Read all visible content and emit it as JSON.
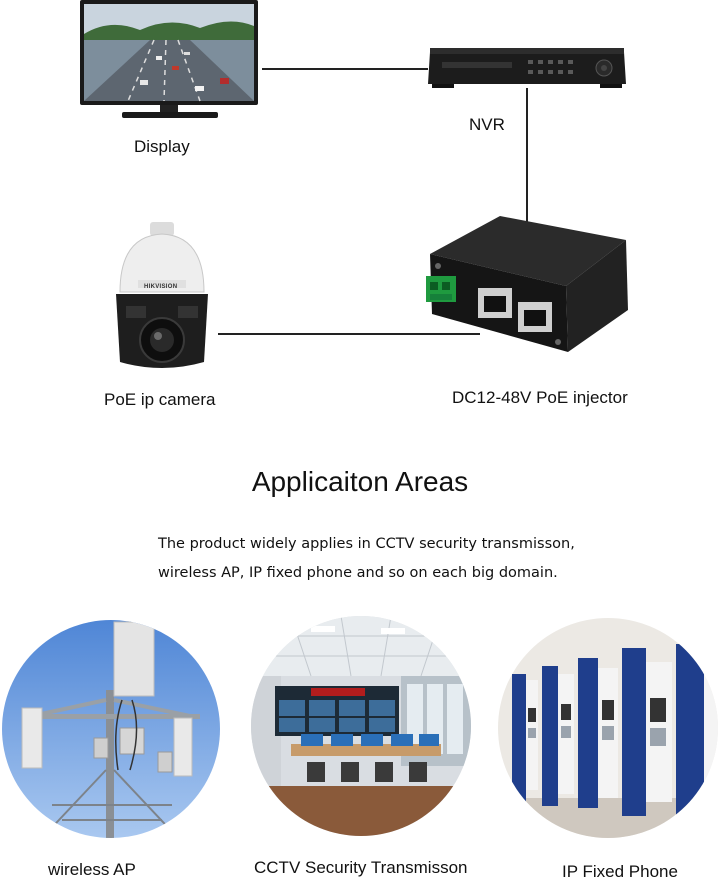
{
  "diagram": {
    "nodes": {
      "display": {
        "label": "Display",
        "icon": "display-monitor-icon"
      },
      "nvr": {
        "label": "NVR",
        "icon": "nvr-recorder-icon"
      },
      "camera": {
        "label": "PoE ip camera",
        "icon": "ptz-camera-icon",
        "brand": "HIKVISION"
      },
      "injector": {
        "label": "DC12-48V PoE injector",
        "icon": "poe-injector-icon"
      }
    },
    "connections": [
      {
        "from": "display",
        "to": "nvr"
      },
      {
        "from": "nvr",
        "to": "injector"
      },
      {
        "from": "camera",
        "to": "injector"
      }
    ]
  },
  "section": {
    "title": "Applicaiton Areas",
    "description_line1": "The product widely applies in CCTV security transmisson,",
    "description_line2": "wireless AP, IP fixed phone and so on each big domain."
  },
  "applications": [
    {
      "caption": "wireless AP",
      "icon": "wireless-ap-photo"
    },
    {
      "caption": "CCTV Security Transmisson",
      "icon": "cctv-control-room-photo"
    },
    {
      "caption": "IP Fixed Phone",
      "icon": "ip-phone-booth-photo"
    }
  ]
}
